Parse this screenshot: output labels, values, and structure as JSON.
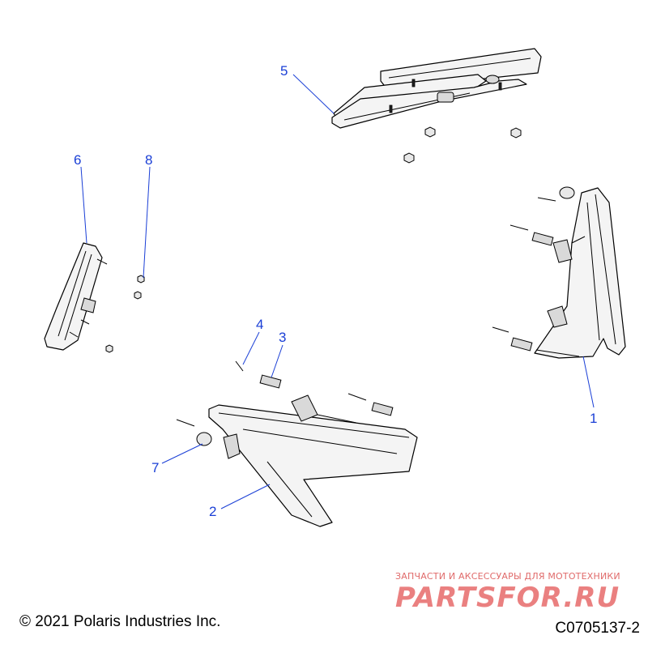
{
  "callouts": [
    {
      "number": "1"
    },
    {
      "number": "2"
    },
    {
      "number": "3"
    },
    {
      "number": "4"
    },
    {
      "number": "5"
    },
    {
      "number": "6"
    },
    {
      "number": "7"
    },
    {
      "number": "8"
    }
  ],
  "footer": {
    "copyright": "© 2021 Polaris Industries Inc.",
    "drawing_id": "C0705137-2"
  },
  "watermark": {
    "tagline": "ЗАПЧАСТИ И АКСЕССУАРЫ ДЛЯ МОТОТЕХНИКИ",
    "brand": "PARTSFOR.RU"
  },
  "colors": {
    "callout": "#1a3fd6",
    "watermark": "#e76b6b"
  }
}
